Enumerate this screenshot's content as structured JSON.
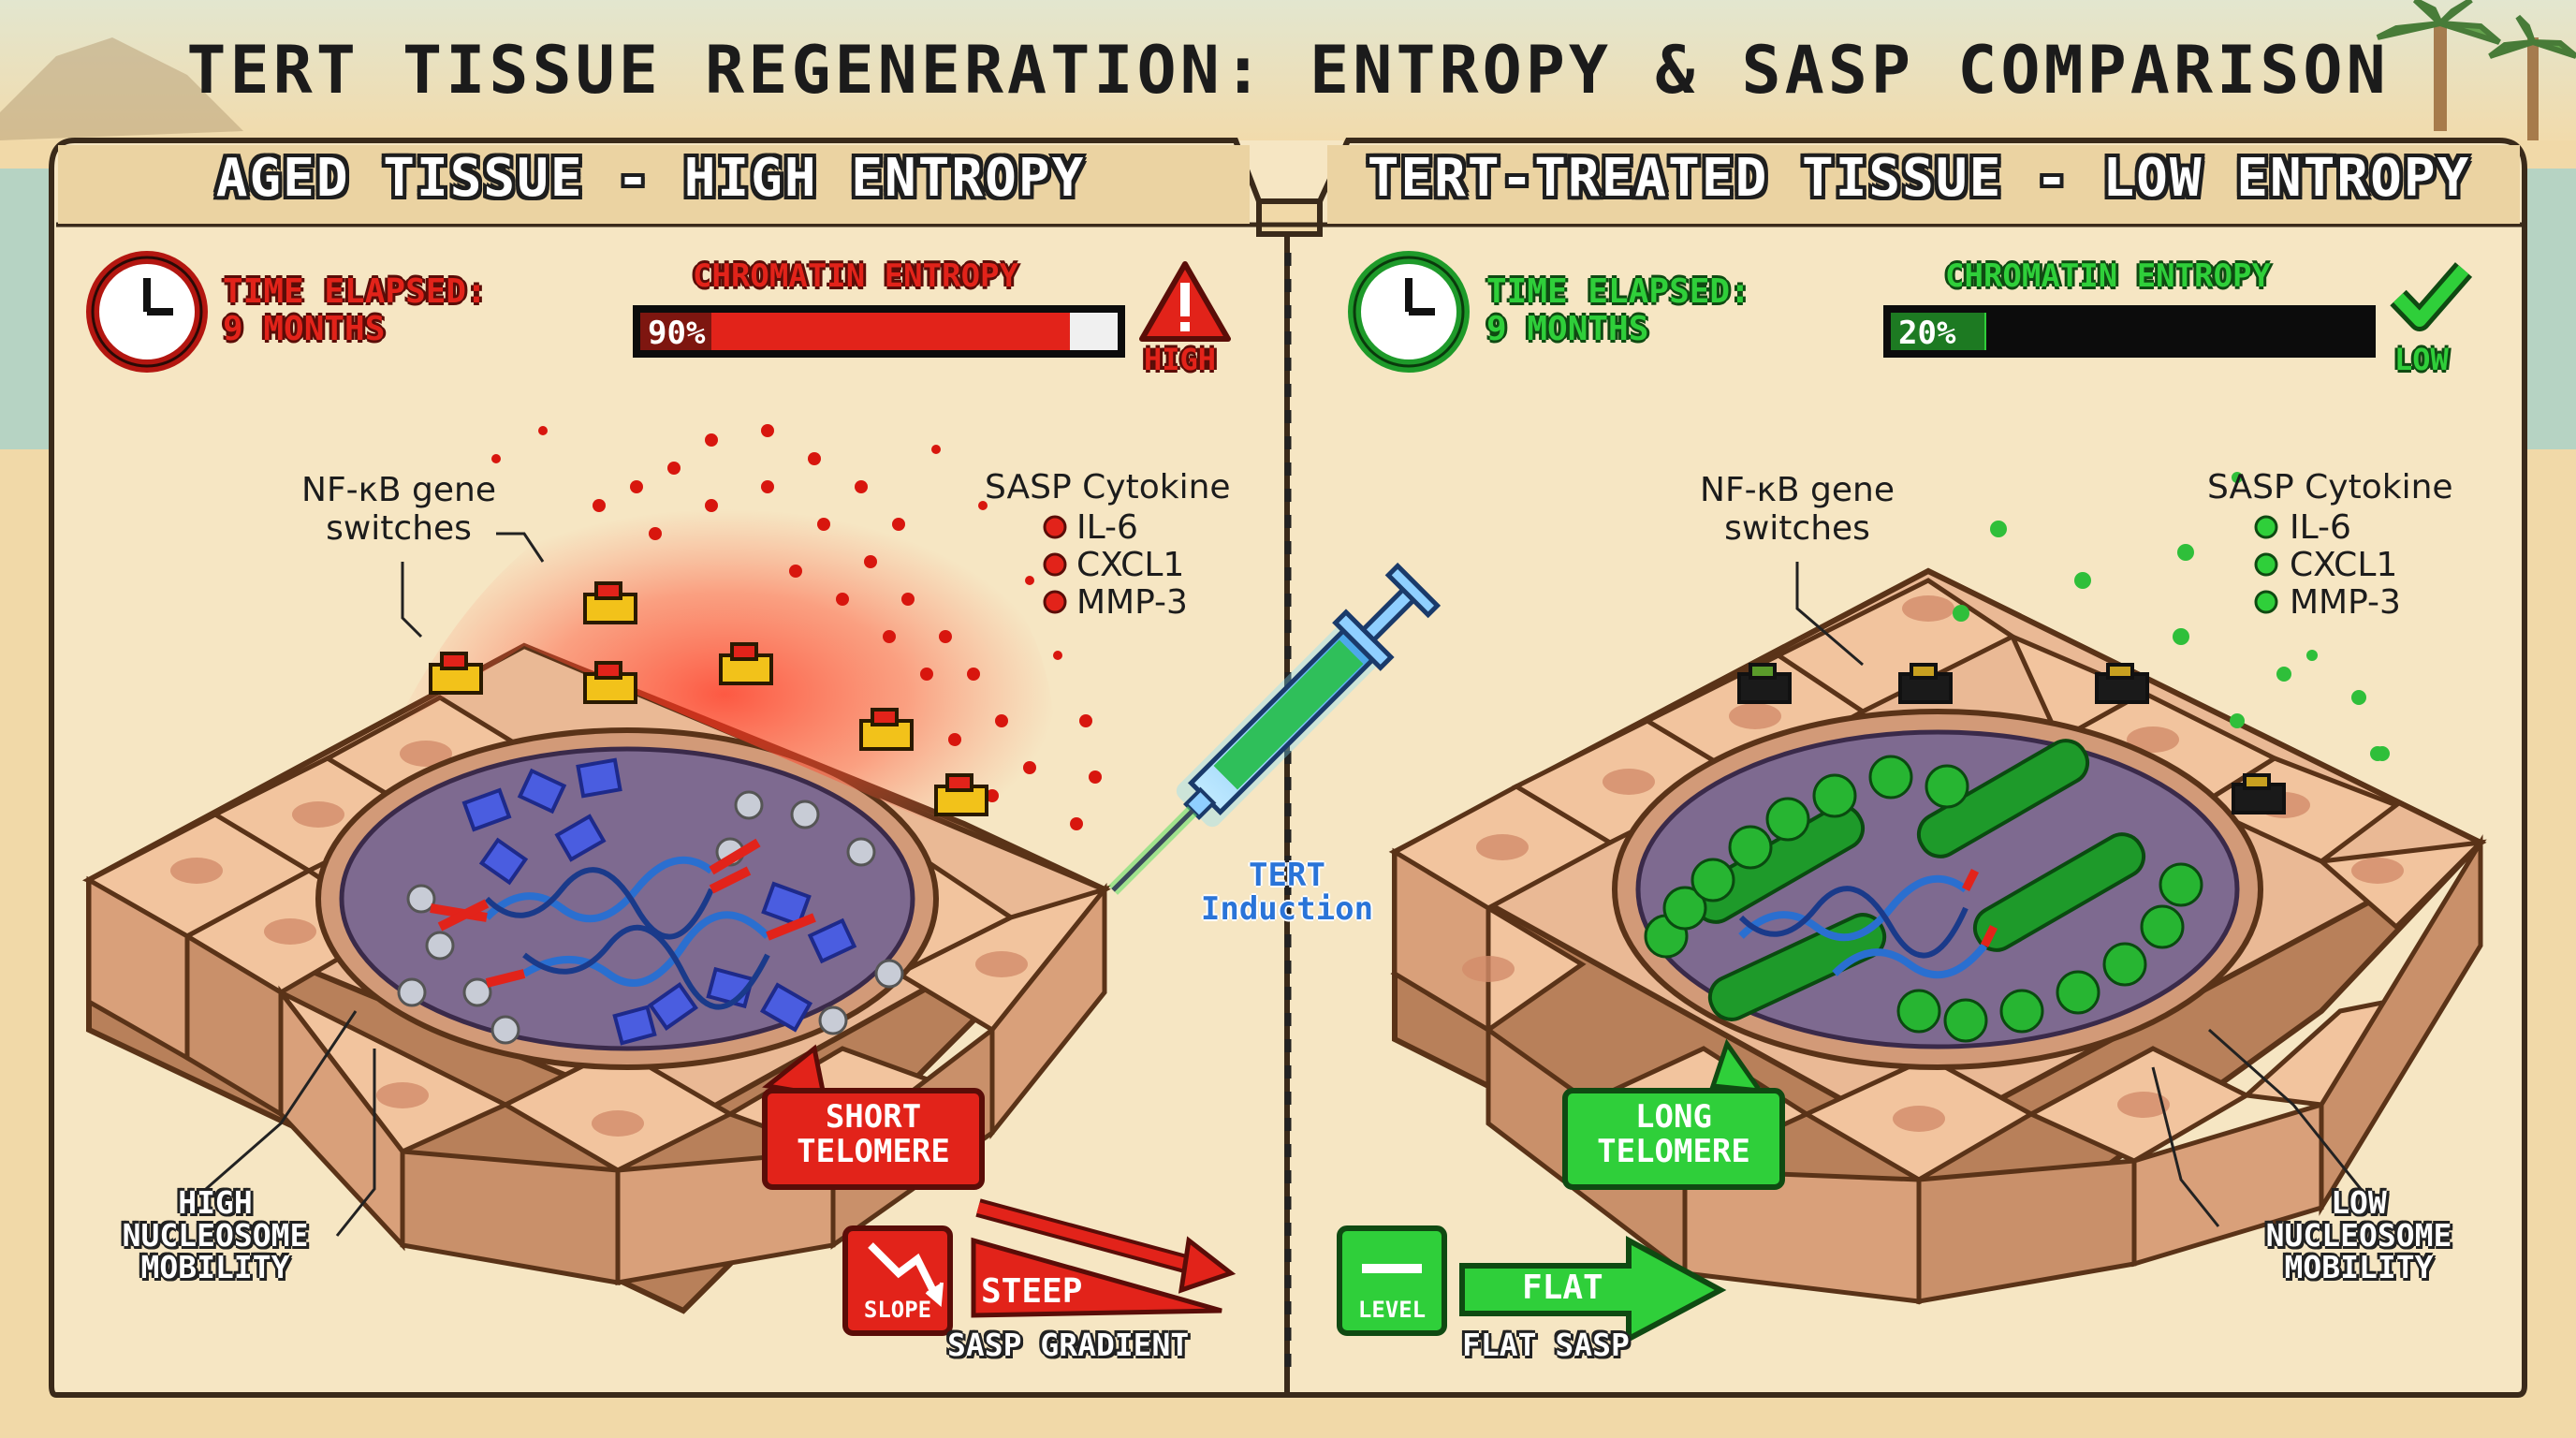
{
  "title": "TERT TISSUE REGENERATION: ENTROPY & SASP COMPARISON",
  "left": {
    "header": "AGED TISSUE - HIGH ENTROPY",
    "time_label": "TIME ELAPSED:",
    "time_value": "9 MONTHS",
    "entropy_label": "CHROMATIN ENTROPY",
    "entropy_value": "90%",
    "entropy_fraction": 0.9,
    "entropy_status": "HIGH",
    "nfkb_label": "NF-κB gene\nswitches",
    "sasp_title": "SASP Cytokine",
    "sasp_items": [
      "IL-6",
      "CXCL1",
      "MMP-3"
    ],
    "telomere": "SHORT\nTELOMERE",
    "nucleosome": "HIGH\nNUCLEOSOME\nMOBILITY",
    "slope_badge": "SLOPE",
    "gradient_word": "STEEP",
    "gradient_caption": "SASP GRADIENT",
    "accent": "#e2231a"
  },
  "right": {
    "header": "TERT-TREATED TISSUE - LOW ENTROPY",
    "time_label": "TIME ELAPSED:",
    "time_value": "9 MONTHS",
    "entropy_label": "CHROMATIN ENTROPY",
    "entropy_value": "20%",
    "entropy_fraction": 0.2,
    "entropy_status": "LOW",
    "nfkb_label": "NF-κB gene\nswitches",
    "sasp_title": "SASP Cytokine",
    "sasp_items": [
      "IL-6",
      "CXCL1",
      "MMP-3"
    ],
    "telomere": "LONG\nTELOMERE",
    "nucleosome": "LOW\nNUCLEOSOME\nMOBILITY",
    "level_badge": "LEVEL",
    "gradient_word": "FLAT",
    "gradient_caption": "FLAT SASP",
    "accent": "#2fcf3a"
  },
  "center": {
    "induction": "TERT\nInduction"
  },
  "icons": [
    "clock-icon",
    "warning-icon",
    "check-icon",
    "syringe-icon",
    "slope-icon",
    "level-icon"
  ]
}
